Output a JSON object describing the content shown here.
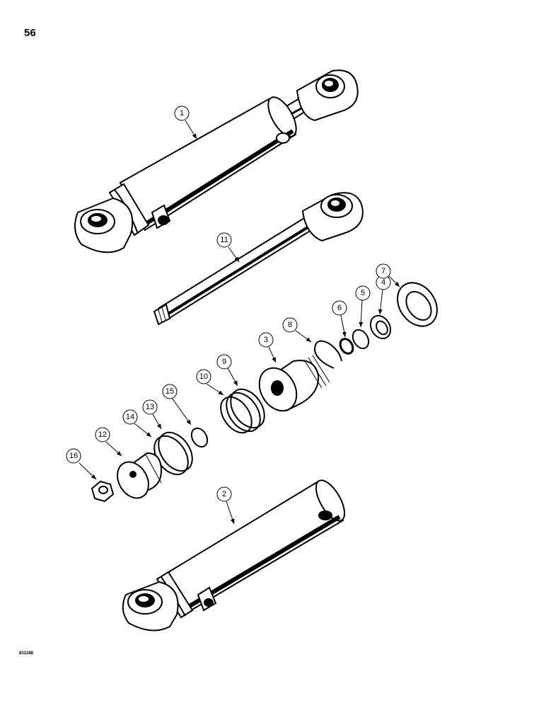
{
  "page": {
    "number": "56",
    "figure_code": "831288"
  },
  "callouts": [
    {
      "id": "c1",
      "label": "1"
    },
    {
      "id": "c2",
      "label": "2"
    },
    {
      "id": "c3",
      "label": "3"
    },
    {
      "id": "c4",
      "label": "4"
    },
    {
      "id": "c5",
      "label": "5"
    },
    {
      "id": "c6",
      "label": "6"
    },
    {
      "id": "c7",
      "label": "7"
    },
    {
      "id": "c8",
      "label": "8"
    },
    {
      "id": "c9",
      "label": "9"
    },
    {
      "id": "c10",
      "label": "10"
    },
    {
      "id": "c11",
      "label": "11"
    },
    {
      "id": "c12",
      "label": "12"
    },
    {
      "id": "c13",
      "label": "13"
    },
    {
      "id": "c14",
      "label": "14"
    },
    {
      "id": "c15",
      "label": "15"
    },
    {
      "id": "c16",
      "label": "16"
    }
  ]
}
